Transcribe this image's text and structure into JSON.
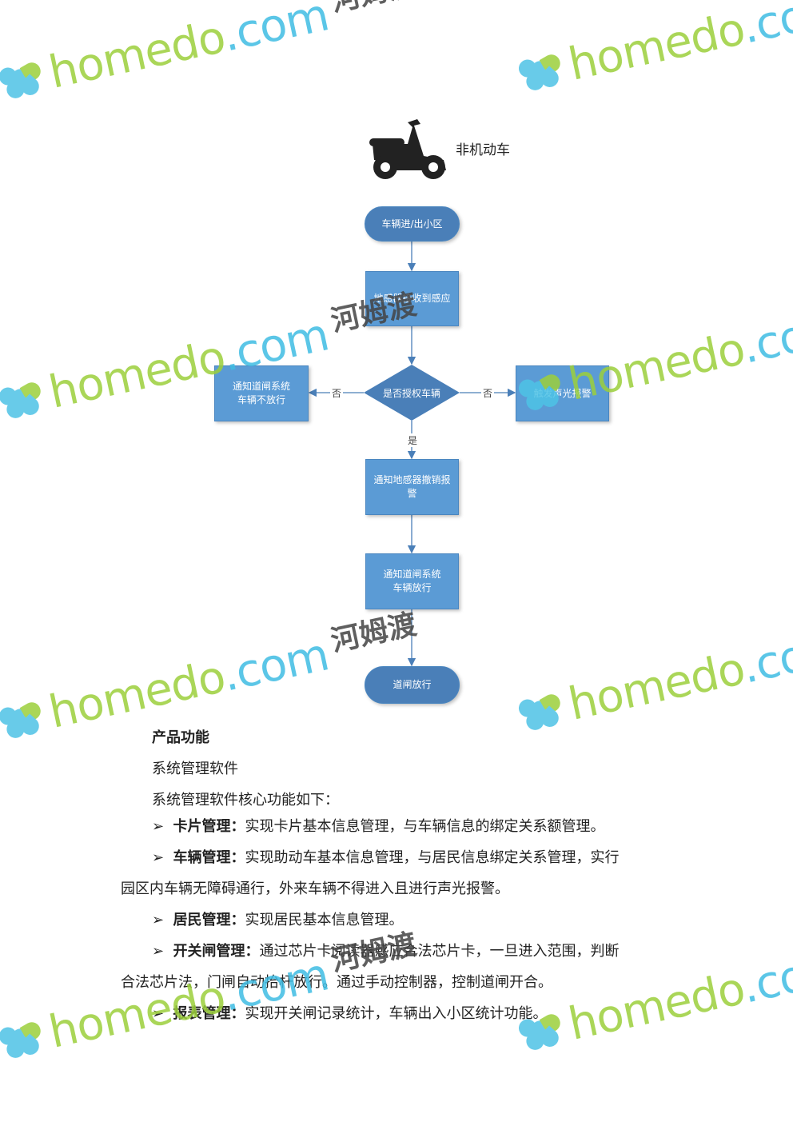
{
  "watermark": {
    "brand_green": "homedo",
    "brand_blue": ".com",
    "chinese": "河姆渡"
  },
  "header": {
    "icon": "scooter-icon",
    "title": "非机动车"
  },
  "flowchart": {
    "start": "车辆进/出小区",
    "sensor": "地感器接收到感应",
    "decision": "是否授权车辆",
    "deny": "通知道闸系统车辆不放行",
    "alarm": "触发声光报警",
    "cancel_alarm": "通知地感器撤销报警",
    "allow": "通知道闸系统车辆放行",
    "end": "道闸放行",
    "no_label": "否",
    "yes_label": "是",
    "color": "#5b9bd5"
  },
  "doc": {
    "heading": "产品功能",
    "subheading": "系统管理软件",
    "intro": "系统管理软件核心功能如下：",
    "bullet_marker": "➢",
    "items": [
      {
        "term": "卡片管理：",
        "line1": "实现卡片基本信息管理，与车辆信息的绑定关系额管理。"
      },
      {
        "term": "车辆管理：",
        "line1": "实现助动车基本信息管理，与居民信息绑定关系管理，实行",
        "line2": "园区内车辆无障碍通行，外来车辆不得进入且进行声光报警。"
      },
      {
        "term": "居民管理：",
        "line1": "实现居民基本信息管理。"
      },
      {
        "term": "开关闸管理：",
        "line1": "通过芯片卡阅读器感应合法芯片卡，一旦进入范围，判断",
        "line2": "合法芯片法，门闸自动抬杆放行。通过手动控制器，控制道闸开合。"
      },
      {
        "term": "报表管理：",
        "line1": "实现开关闸记录统计，车辆出入小区统计功能。"
      }
    ]
  }
}
